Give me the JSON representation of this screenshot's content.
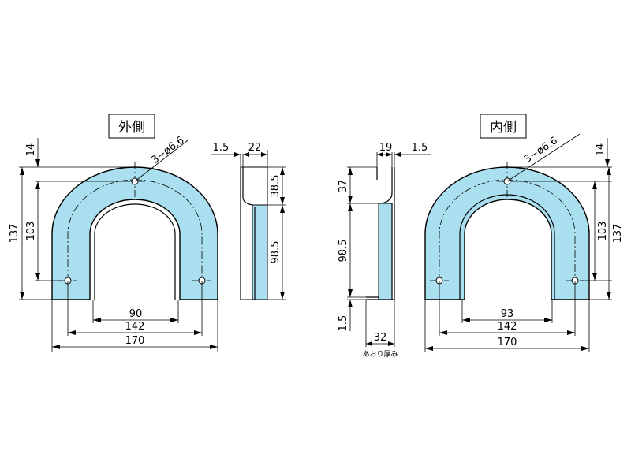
{
  "views": {
    "outer": {
      "title": "外側",
      "holes": "3−ø6.6",
      "dim_14": "14",
      "dim_137": "137",
      "dim_103": "103",
      "dim_90": "90",
      "dim_142": "142",
      "dim_170": "170"
    },
    "outer_side": {
      "dim_1_5": "1.5",
      "dim_22": "22",
      "dim_38_5": "38.5",
      "dim_98_5": "98.5"
    },
    "inner_side": {
      "dim_19": "19",
      "dim_1_5_top": "1.5",
      "dim_37": "37",
      "dim_98_5": "98.5",
      "dim_1_5_bottom": "1.5",
      "dim_32": "32",
      "note": "あおり厚み"
    },
    "inner": {
      "title": "内側",
      "holes": "3−ø6.6",
      "dim_14": "14",
      "dim_137": "137",
      "dim_103": "103",
      "dim_93": "93",
      "dim_142": "142",
      "dim_170": "170"
    }
  },
  "colors": {
    "part_fill": "#a9dfee",
    "line": "#000000"
  }
}
